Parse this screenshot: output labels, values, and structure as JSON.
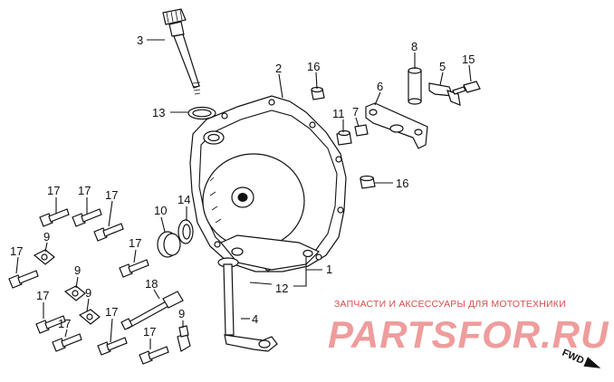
{
  "callouts": [
    {
      "id": "c3",
      "label": "3"
    },
    {
      "id": "c2",
      "label": "2"
    },
    {
      "id": "c16a",
      "label": "16"
    },
    {
      "id": "c8",
      "label": "8"
    },
    {
      "id": "c5",
      "label": "5"
    },
    {
      "id": "c15",
      "label": "15"
    },
    {
      "id": "c6",
      "label": "6"
    },
    {
      "id": "c13",
      "label": "13"
    },
    {
      "id": "c11",
      "label": "11"
    },
    {
      "id": "c7",
      "label": "7"
    },
    {
      "id": "c16b",
      "label": "16"
    },
    {
      "id": "c17a",
      "label": "17"
    },
    {
      "id": "c17b",
      "label": "17"
    },
    {
      "id": "c17c",
      "label": "17"
    },
    {
      "id": "c10",
      "label": "10"
    },
    {
      "id": "c14",
      "label": "14"
    },
    {
      "id": "c17d",
      "label": "17"
    },
    {
      "id": "c9a",
      "label": "9"
    },
    {
      "id": "c17e",
      "label": "17"
    },
    {
      "id": "c1",
      "label": "1"
    },
    {
      "id": "c9b",
      "label": "9"
    },
    {
      "id": "c18",
      "label": "18"
    },
    {
      "id": "c12",
      "label": "12"
    },
    {
      "id": "c17f",
      "label": "17"
    },
    {
      "id": "c9c",
      "label": "9"
    },
    {
      "id": "c17g",
      "label": "17"
    },
    {
      "id": "c17h",
      "label": "17"
    },
    {
      "id": "c9d",
      "label": "9"
    },
    {
      "id": "c4",
      "label": "4"
    },
    {
      "id": "c17i",
      "label": "17"
    }
  ],
  "watermark": {
    "tagline": "ЗАПЧАСТИ И АКСЕССУАРЫ ДЛЯ МОТОТЕХНИКИ",
    "brand": "PARTSFOR.RU",
    "color": "#e24a4a"
  },
  "direction_label": "FWD"
}
